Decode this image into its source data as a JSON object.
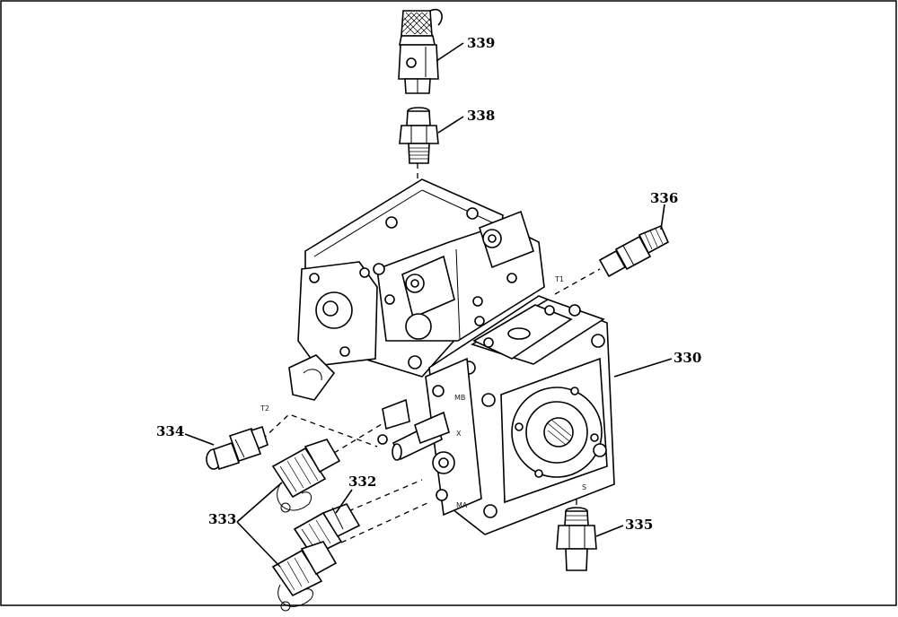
{
  "figure": {
    "labels": {
      "fitting_339": "339",
      "fitting_338": "338",
      "fitting_336": "336",
      "pump_330": "330",
      "fitting_334": "334",
      "fitting_332": "332",
      "test_fittings_333": "333",
      "fitting_335": "335"
    },
    "port_marks": {
      "t1": "T1",
      "t2": "T2",
      "mb": "MB",
      "ma": "MA",
      "s": "S",
      "x": "X"
    }
  }
}
